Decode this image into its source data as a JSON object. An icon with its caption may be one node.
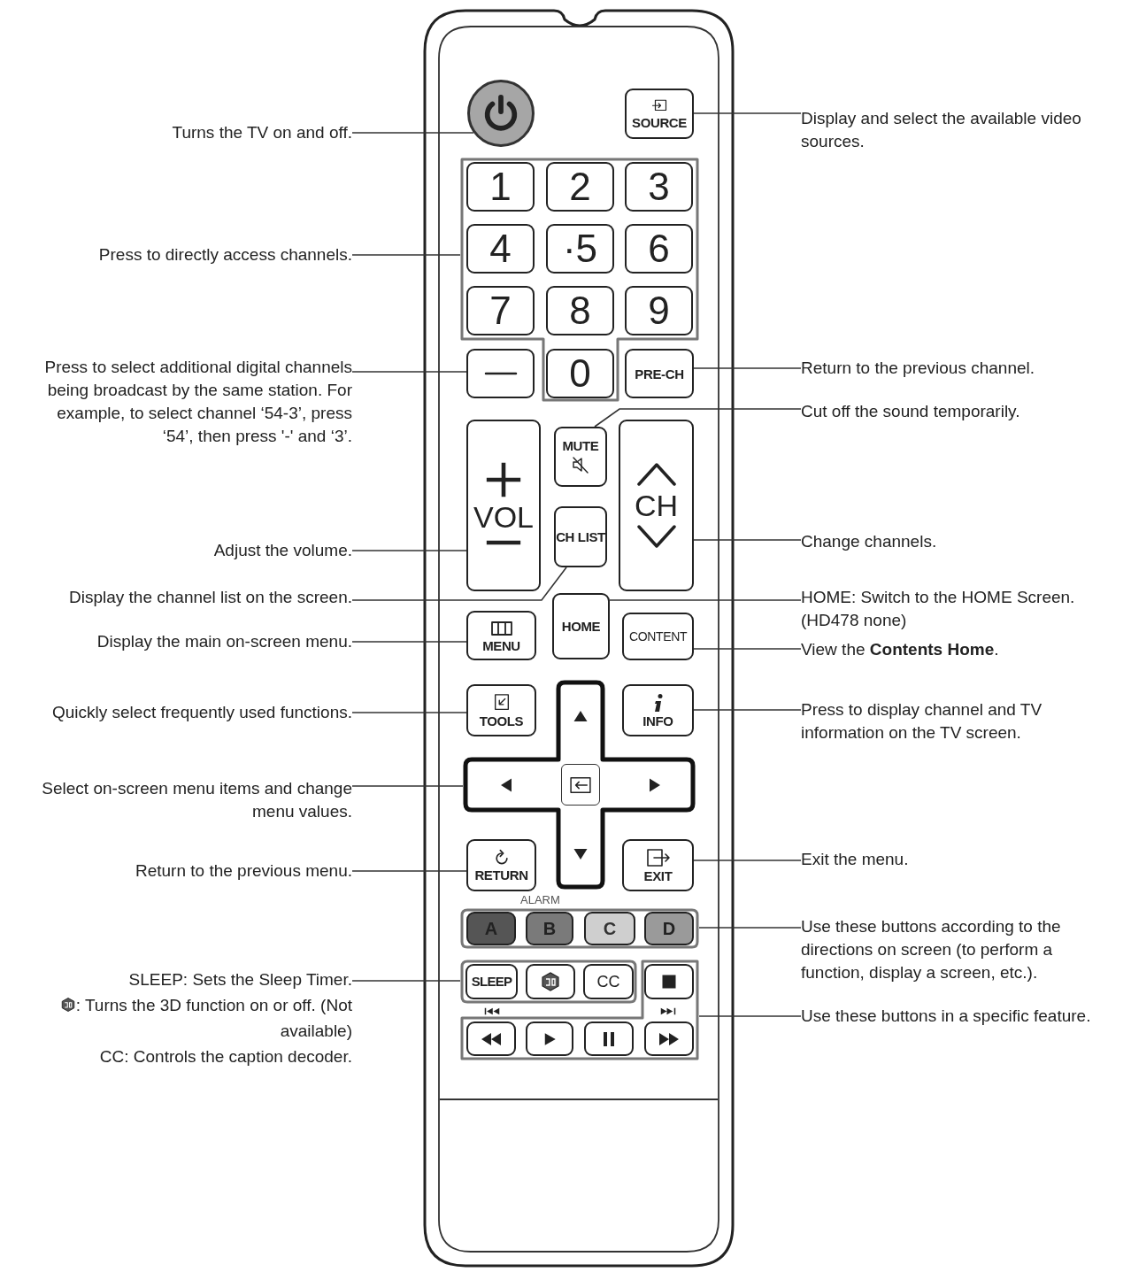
{
  "diagram": {
    "nodes": [
      {
        "text": [
          "Turns the TV on and off."
        ]
      },
      {
        "text": [
          "Press to directly access channels."
        ]
      },
      {
        "text": [
          "Press to select additional digital channels being broadcast by the same station. For example, to select channel ‘54-3’, press ‘54’, then press '-' and ‘3’."
        ]
      },
      {
        "text": [
          "Adjust the volume."
        ]
      },
      {
        "text": [
          "Display the channel list on the screen."
        ]
      },
      {
        "text": [
          "Display the main on-screen menu."
        ]
      },
      {
        "text": [
          "Quickly select frequently used functions."
        ]
      },
      {
        "text": [
          "Select on-screen menu items and change menu values."
        ]
      },
      {
        "text": [
          "Return to the previous menu."
        ]
      },
      {
        "text": [
          "SLEEP: Sets the Sleep Timer.",
          ": Turns the 3D function on or off. (Not available)",
          "CC: Controls the caption decoder."
        ]
      },
      {
        "text": [
          "Display and select the available video sources."
        ]
      },
      {
        "text": [
          "Return to the previous channel."
        ]
      },
      {
        "text": [
          "Cut off the sound temporarily."
        ]
      },
      {
        "text": [
          "Change channels."
        ]
      },
      {
        "text": [
          "HOME: Switch to the HOME Screen. (HD478 none)"
        ]
      },
      {
        "text": [
          "View the **Contents Home**."
        ]
      },
      {
        "text": [
          "Press to display channel and TV information on the TV screen."
        ]
      },
      {
        "text": [
          "Exit the menu."
        ]
      },
      {
        "text": [
          "Use these buttons according to the directions on screen (to perform a function, display a screen, etc.)."
        ]
      },
      {
        "text": [
          "Use these buttons in a specific feature."
        ]
      },
      {
        "text": [],
        "shape": "circle"
      },
      {
        "text": [
          "SOURCE"
        ]
      },
      {
        "text": [],
        "shape": "box"
      },
      {
        "text": [
          "1"
        ],
        "in": 22
      },
      {
        "text": [
          "2"
        ],
        "in": 22
      },
      {
        "text": [
          "3"
        ],
        "in": 22
      },
      {
        "text": [
          "4"
        ],
        "in": 22
      },
      {
        "text": [
          "·5"
        ],
        "in": 22
      },
      {
        "text": [
          "6"
        ],
        "in": 22
      },
      {
        "text": [
          "7"
        ],
        "in": 22
      },
      {
        "text": [
          "8"
        ],
        "in": 22
      },
      {
        "text": [
          "9"
        ],
        "in": 22
      },
      {
        "text": [],
        "shape": "box"
      },
      {
        "text": [
          "0"
        ],
        "in": 22
      },
      {
        "text": [
          "PRE-CH"
        ]
      },
      {
        "text": [
          "VOL"
        ]
      },
      {
        "text": [
          "MUTE"
        ]
      },
      {
        "text": [
          "CH LIST"
        ]
      },
      {
        "text": [
          "CH"
        ]
      },
      {
        "text": [
          "MENU"
        ]
      },
      {
        "text": [
          "HOME"
        ]
      },
      {
        "text": [
          "CONTENT"
        ]
      },
      {
        "text": [
          "TOOLS"
        ]
      },
      {
        "text": [],
        "shape": "cross"
      },
      {
        "text": [
          "INFO"
        ]
      },
      {
        "text": [
          "RETURN"
        ]
      },
      {
        "text": [
          "EXIT"
        ]
      },
      {
        "text": [],
        "shape": "box"
      },
      {
        "text": [
          "A"
        ],
        "in": 47
      },
      {
        "text": [
          "B"
        ],
        "in": 47
      },
      {
        "text": [
          "C"
        ],
        "in": 47
      },
      {
        "text": [
          "D"
        ],
        "in": 47
      },
      {
        "text": [],
        "shape": "box"
      },
      {
        "text": [
          "SLEEP"
        ],
        "in": 52
      },
      {
        "text": [],
        "shape": "box",
        "in": 52
      },
      {
        "text": [
          "CC"
        ],
        "in": 52
      },
      {
        "text": [],
        "shape": "box"
      },
      {
        "text": [],
        "shape": "box",
        "in": 56
      },
      {
        "text": [],
        "shape": "box",
        "in": 56
      },
      {
        "text": [],
        "shape": "box",
        "in": 56
      },
      {
        "text": [],
        "shape": "box",
        "in": 56
      },
      {
        "text": [],
        "shape": "box",
        "in": 56
      }
    ],
    "edges": [
      {
        "from": 0,
        "to": 20,
        "arrow": "none"
      },
      {
        "from": 1,
        "to": 22,
        "arrow": "none"
      },
      {
        "from": 2,
        "to": 32,
        "arrow": "none"
      },
      {
        "from": 3,
        "to": 35,
        "arrow": "none"
      },
      {
        "from": 4,
        "to": 37,
        "arrow": "none"
      },
      {
        "from": 5,
        "to": 39,
        "arrow": "none"
      },
      {
        "from": 6,
        "to": 42,
        "arrow": "none"
      },
      {
        "from": 7,
        "to": 43,
        "arrow": "none"
      },
      {
        "from": 8,
        "to": 45,
        "arrow": "none"
      },
      {
        "from": 9,
        "to": 52,
        "arrow": "none"
      },
      {
        "from": 10,
        "to": 21,
        "arrow": "none"
      },
      {
        "from": 11,
        "to": 34,
        "arrow": "none"
      },
      {
        "from": 12,
        "to": 36,
        "arrow": "none"
      },
      {
        "from": 13,
        "to": 38,
        "arrow": "none"
      },
      {
        "from": 14,
        "to": 40,
        "arrow": "none"
      },
      {
        "from": 15,
        "to": 41,
        "arrow": "none"
      },
      {
        "from": 16,
        "to": 44,
        "arrow": "none"
      },
      {
        "from": 17,
        "to": 46,
        "arrow": "none"
      },
      {
        "from": 18,
        "to": 47,
        "arrow": "none"
      },
      {
        "from": 19,
        "to": 56,
        "arrow": "none"
      }
    ],
    "labels": [
      "ALARM"
    ]
  }
}
